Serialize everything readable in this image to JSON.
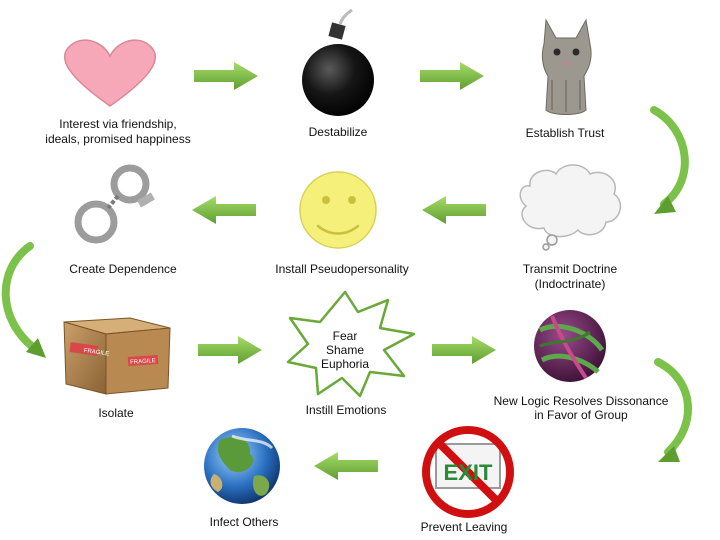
{
  "nodes": {
    "friendship": {
      "label": "Interest via friendship,\nideals, promised happiness",
      "icon": "heart-icon"
    },
    "destabilize": {
      "label": "Destabilize",
      "icon": "bomb-icon"
    },
    "trust": {
      "label": "Establish Trust",
      "icon": "kitten-icon"
    },
    "doctrine": {
      "label": "Transmit Doctrine\n(Indoctrinate)",
      "icon": "thought-cloud-icon"
    },
    "pseudo": {
      "label": "Install Pseudopersonality",
      "icon": "smiley-face-icon"
    },
    "dependence": {
      "label": "Create Dependence",
      "icon": "handcuffs-icon"
    },
    "isolate": {
      "label": "Isolate",
      "icon": "fragile-box-icon"
    },
    "emotions": {
      "label": "Instill Emotions",
      "icon": "starburst-icon",
      "burst_text": "Fear\nShame\nEuphoria"
    },
    "logic": {
      "label": "New Logic Resolves Dissonance\nin Favor of Group",
      "icon": "rubber-band-ball-icon"
    },
    "leaving": {
      "label": "Prevent Leaving",
      "icon": "no-exit-icon",
      "sign_text": "EXIT"
    },
    "infect": {
      "label": "Infect Others",
      "icon": "globe-icon"
    }
  },
  "colors": {
    "arrow_green": "#7cc24a",
    "arrow_dark": "#4e8a2a",
    "heart_pink": "#f7a8b8",
    "smiley_yellow": "#f4f07a",
    "prohibit_red": "#d01010"
  }
}
